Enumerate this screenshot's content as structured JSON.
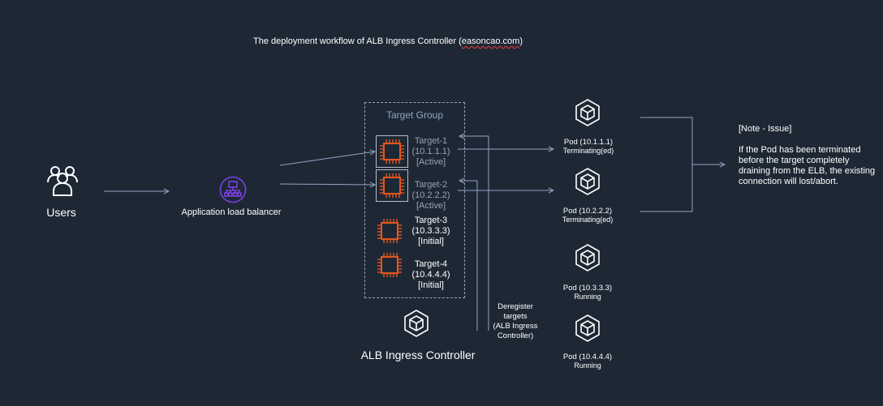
{
  "title": {
    "prefix": "The deployment workflow of ALB Ingress Controller (",
    "url": "easoncao.com",
    "suffix": ")"
  },
  "users": {
    "label": "Users",
    "icon": "users-icon"
  },
  "load_balancer": {
    "label": "Application load balancer",
    "icon": "load-balancer-icon",
    "color": "#7b3fe4"
  },
  "target_group": {
    "title": "Target Group",
    "targets": [
      {
        "name": "Target-1",
        "ip": "(10.1.1.1)",
        "state": "[Active]"
      },
      {
        "name": "Target-2",
        "ip": "(10.2.2.2)",
        "state": "[Active]"
      },
      {
        "name": "Target-3",
        "ip": "(10.3.3.3)",
        "state": "[Initial]"
      },
      {
        "name": "Target-4",
        "ip": "(10.4.4.4)",
        "state": "[Initial]"
      }
    ],
    "chip_color": "#e2571e"
  },
  "pods": [
    {
      "label": "Pod (10.1.1.1)",
      "status": "Terminating(ed)"
    },
    {
      "label": "Pod (10.2.2.2)",
      "status": "Terminating(ed)"
    },
    {
      "label": "Pod (10.3.3.3)",
      "status": "Running"
    },
    {
      "label": "Pod (10.4.4.4)",
      "status": "Running"
    }
  ],
  "controller": {
    "label": "ALB Ingress Controller",
    "icon": "cube-icon"
  },
  "deregister": {
    "line1": "Deregister",
    "line2": "targets",
    "line3": "(ALB Ingress",
    "line4": "Controller)"
  },
  "note": {
    "heading": "[Note - Issue]",
    "body": "If the Pod has been terminated before the target completely draining from the ELB, the existing connection will lost/abort."
  },
  "colors": {
    "background": "#1e2835",
    "line": "#8fa6c2",
    "text": "#ffffff"
  }
}
